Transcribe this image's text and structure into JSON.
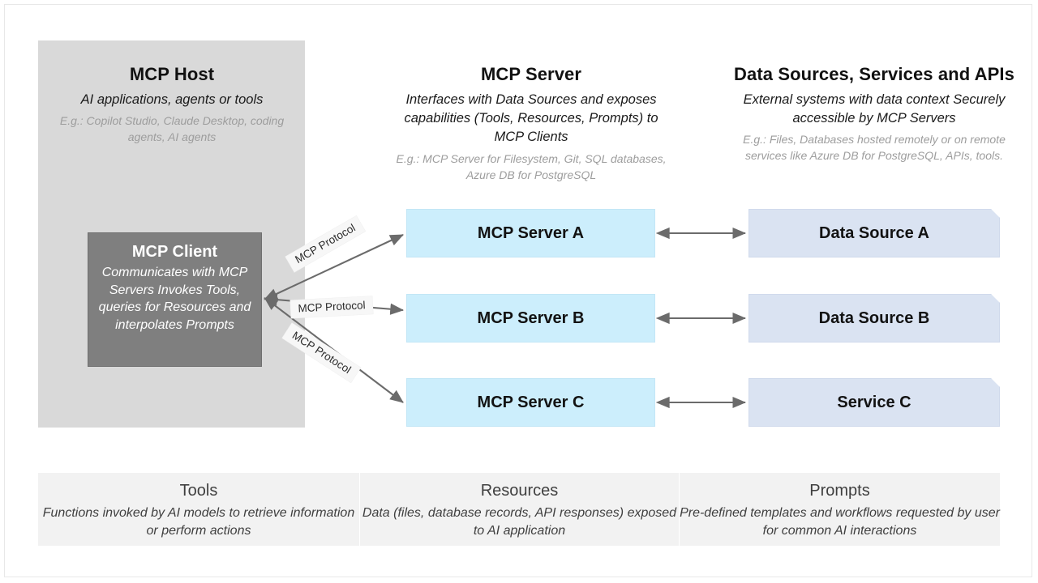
{
  "columns": {
    "host": {
      "title": "MCP Host",
      "subtitle": "AI applications, agents or tools",
      "example": "E.g.: Copilot Studio, Claude Desktop, coding agents, AI agents"
    },
    "server": {
      "title": "MCP Server",
      "subtitle": "Interfaces with Data Sources and exposes capabilities (Tools, Resources, Prompts) to MCP Clients",
      "example": "E.g.: MCP Server for Filesystem, Git, SQL databases, Azure DB for PostgreSQL"
    },
    "data": {
      "title": "Data Sources, Services and APIs",
      "subtitle": "External systems with data context Securely accessible by MCP Servers",
      "example": "E.g.: Files, Databases hosted remotely or on remote services like Azure DB for PostgreSQL, APIs, tools."
    }
  },
  "client": {
    "title": "MCP Client",
    "subtitle": "Communicates with MCP Servers Invokes Tools, queries for Resources and interpolates Prompts"
  },
  "servers": [
    {
      "label": "MCP Server A"
    },
    {
      "label": "MCP Server B"
    },
    {
      "label": "MCP Server C"
    }
  ],
  "data_sources": [
    {
      "label": "Data Source A"
    },
    {
      "label": "Data Source B"
    },
    {
      "label": "Service C"
    }
  ],
  "protocol_labels": [
    "MCP Protocol",
    "MCP Protocol",
    "MCP Protocol"
  ],
  "capabilities": [
    {
      "title": "Tools",
      "description": "Functions invoked by AI models to retrieve information or perform actions"
    },
    {
      "title": "Resources",
      "description": "Data (files, database records, API responses) exposed to AI application"
    },
    {
      "title": "Prompts",
      "description": "Pre-defined templates and workflows requested by user for common AI interactions"
    }
  ],
  "colors": {
    "host_panel": "#d9d9d9",
    "client_box": "#7f7f7f",
    "server_box": "#cceefc",
    "data_box": "#dae3f2",
    "capability_panel": "#f2f2f2",
    "arrow": "#666666",
    "page_background": "#ffffff"
  }
}
